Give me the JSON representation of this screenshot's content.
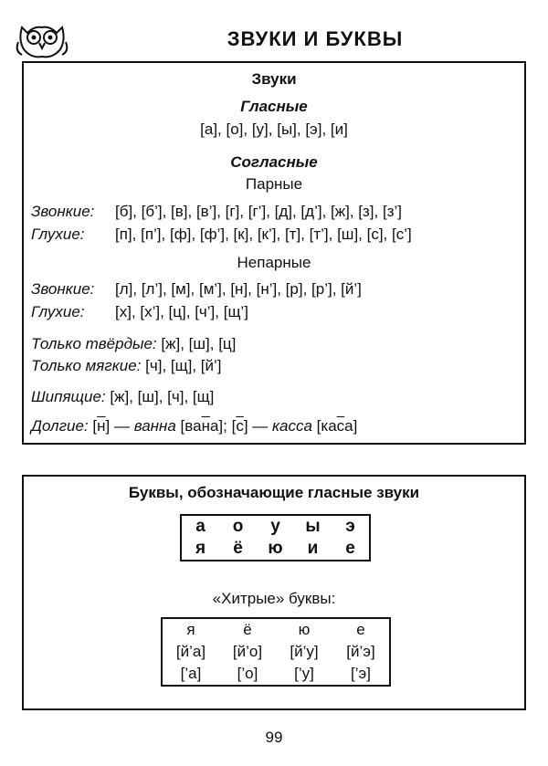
{
  "header": {
    "title": "ЗВУКИ И БУКВЫ"
  },
  "sounds": {
    "heading": "Звуки",
    "vowels": {
      "heading": "Гласные",
      "list": "[а], [о], [у], [ы], [э], [и]"
    },
    "consonants": {
      "heading": "Согласные",
      "paired": {
        "heading": "Парные",
        "voiced_label": "Звонкие:",
        "voiced": "[б], [б’], [в], [в’], [г], [г’], [д], [д’], [ж], [з], [з’]",
        "voiceless_label": "Глухие:",
        "voiceless": "[п], [п’], [ф], [ф’], [к], [к’], [т], [т’], [ш], [с], [с’]"
      },
      "unpaired": {
        "heading": "Непарные",
        "voiced_label": "Звонкие:",
        "voiced": "[л], [л’], [м], [м’], [н], [н’], [р], [р’], [й’]",
        "voiceless_label": "Глухие:",
        "voiceless": "[х], [х’], [ц], [ч’], [щ’]"
      },
      "hard_only_label": "Только твёрдые:",
      "hard_only": "[ж], [ш], [ц]",
      "soft_only_label": "Только мягкие:",
      "soft_only": "[ч], [щ], [й’]",
      "hissing_label": "Шипящие:",
      "hissing": "[ж], [ш], [ч], [щ]",
      "long_label": "Долгие:",
      "long": {
        "n_open": "[",
        "n_sound": "н",
        "n_close": "]",
        "dash1": " — ",
        "word1": "ванна",
        "w1_open": " [ва",
        "w1_sound": "н",
        "w1_close": "а]; ",
        "s_open": "[",
        "s_sound": "с",
        "s_close": "]",
        "dash2": " — ",
        "word2": "касса",
        "w2_open": " [ка",
        "w2_sound": "с",
        "w2_close": "а]"
      }
    }
  },
  "letters": {
    "heading": "Буквы, обозначающие гласные звуки",
    "vowel_letters": [
      [
        "а",
        "о",
        "у",
        "ы",
        "э"
      ],
      [
        "я",
        "ё",
        "ю",
        "и",
        "е"
      ]
    ],
    "tricky_label": "«Хитрые» буквы:",
    "tricky": [
      [
        "я",
        "ё",
        "ю",
        "е"
      ],
      [
        "[й’а]",
        "[й’о]",
        "[й’у]",
        "[й’э]"
      ],
      [
        "[’а]",
        "[’о]",
        "[’у]",
        "[’э]"
      ]
    ]
  },
  "page_number": "99"
}
